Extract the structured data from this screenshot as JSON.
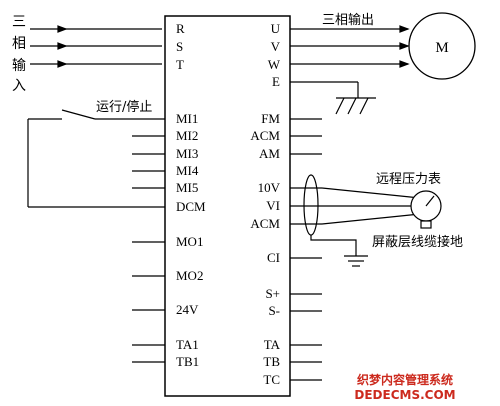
{
  "inverter": {
    "left_terminals": [
      "R",
      "S",
      "T",
      "MI1",
      "MI2",
      "MI3",
      "MI4",
      "MI5",
      "DCM",
      "MO1",
      "MO2",
      "24V",
      "TA1",
      "TB1"
    ],
    "right_terminals": [
      "U",
      "V",
      "W",
      "E",
      "FM",
      "ACM",
      "AM",
      "10V",
      "VI",
      "ACM",
      "CI",
      "S+",
      "S-",
      "TA",
      "TB",
      "TC"
    ]
  },
  "labels": {
    "three_phase_input": [
      "三",
      "相",
      "输",
      "入"
    ],
    "run_stop": "运行/停止",
    "three_phase_output": "三相输出",
    "motor": "M",
    "remote_gauge": "远程压力表",
    "shield_ground": "屏蔽层线缆接地"
  },
  "watermark": {
    "line1": "织梦内容管理系统",
    "line2": "DEDECMS.COM"
  }
}
